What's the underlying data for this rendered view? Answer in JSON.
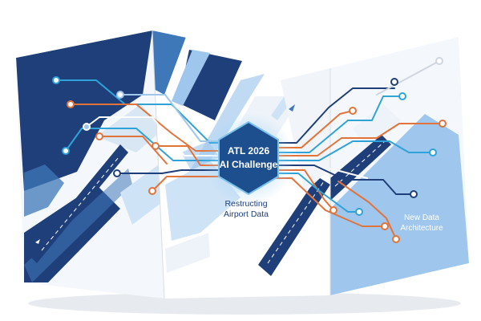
{
  "hub": {
    "line1": "ATL 2026",
    "line2": "AI Challenge"
  },
  "captions": {
    "restructing_line1": "Restructing",
    "restructing_line2": "Airport Data",
    "new_arch_line1": "New Data",
    "new_arch_line2": "Architecture"
  },
  "colors": {
    "navy": "#1f3f7a",
    "mid_blue": "#3f78b8",
    "light_blue": "#9fc6ec",
    "pale_blue": "#cfe3f6",
    "orange": "#e1733b",
    "cyan": "#2fa3d8",
    "hub_fill": "#1d4f8f",
    "caption_dark": "#1f3f7a",
    "caption_light": "#ffffff"
  },
  "icons": [
    "airplane-icon",
    "airplane-icon"
  ]
}
